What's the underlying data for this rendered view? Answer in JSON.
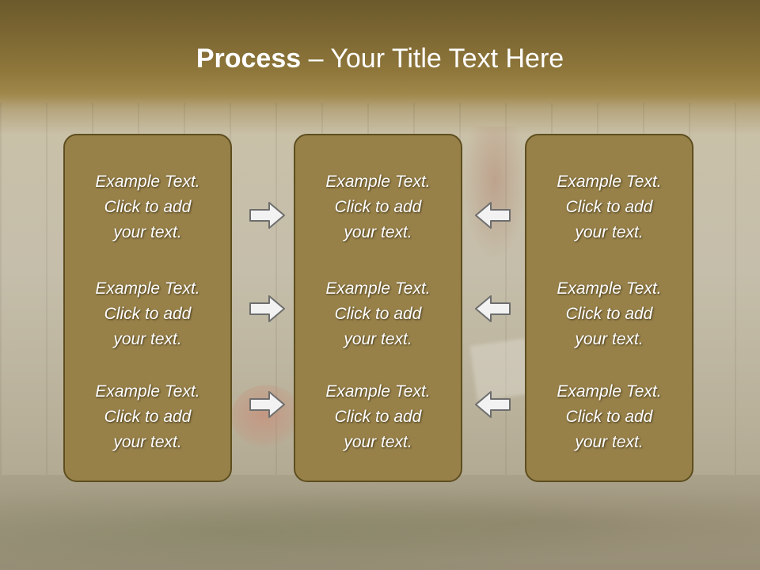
{
  "slide": {
    "title_bold": "Process",
    "title_rest": " – Your Title Text Here"
  },
  "columns": [
    {
      "items": [
        "Example Text.\nClick  to add\nyour text.",
        "Example Text.\nClick  to add\nyour text.",
        "Example Text.\nClick  to add\nyour text."
      ]
    },
    {
      "items": [
        "Example Text.\nClick  to add\nyour text.",
        "Example Text.\nClick  to add\nyour text.",
        "Example Text.\nClick  to add\nyour text."
      ]
    },
    {
      "items": [
        "Example Text.\nClick  to add\nyour text.",
        "Example Text.\nClick  to add\nyour text.",
        "Example Text.\nClick  to add\nyour text."
      ]
    }
  ],
  "arrows": {
    "left_group_direction": "right",
    "right_group_direction": "left",
    "icon": "arrow-icon"
  },
  "colors": {
    "box_fill": "#978149",
    "box_border": "#5e4e1f",
    "title_band": "#8f773b",
    "arrow_fill": "#f2f2f2",
    "arrow_stroke": "#6e6e6e"
  }
}
